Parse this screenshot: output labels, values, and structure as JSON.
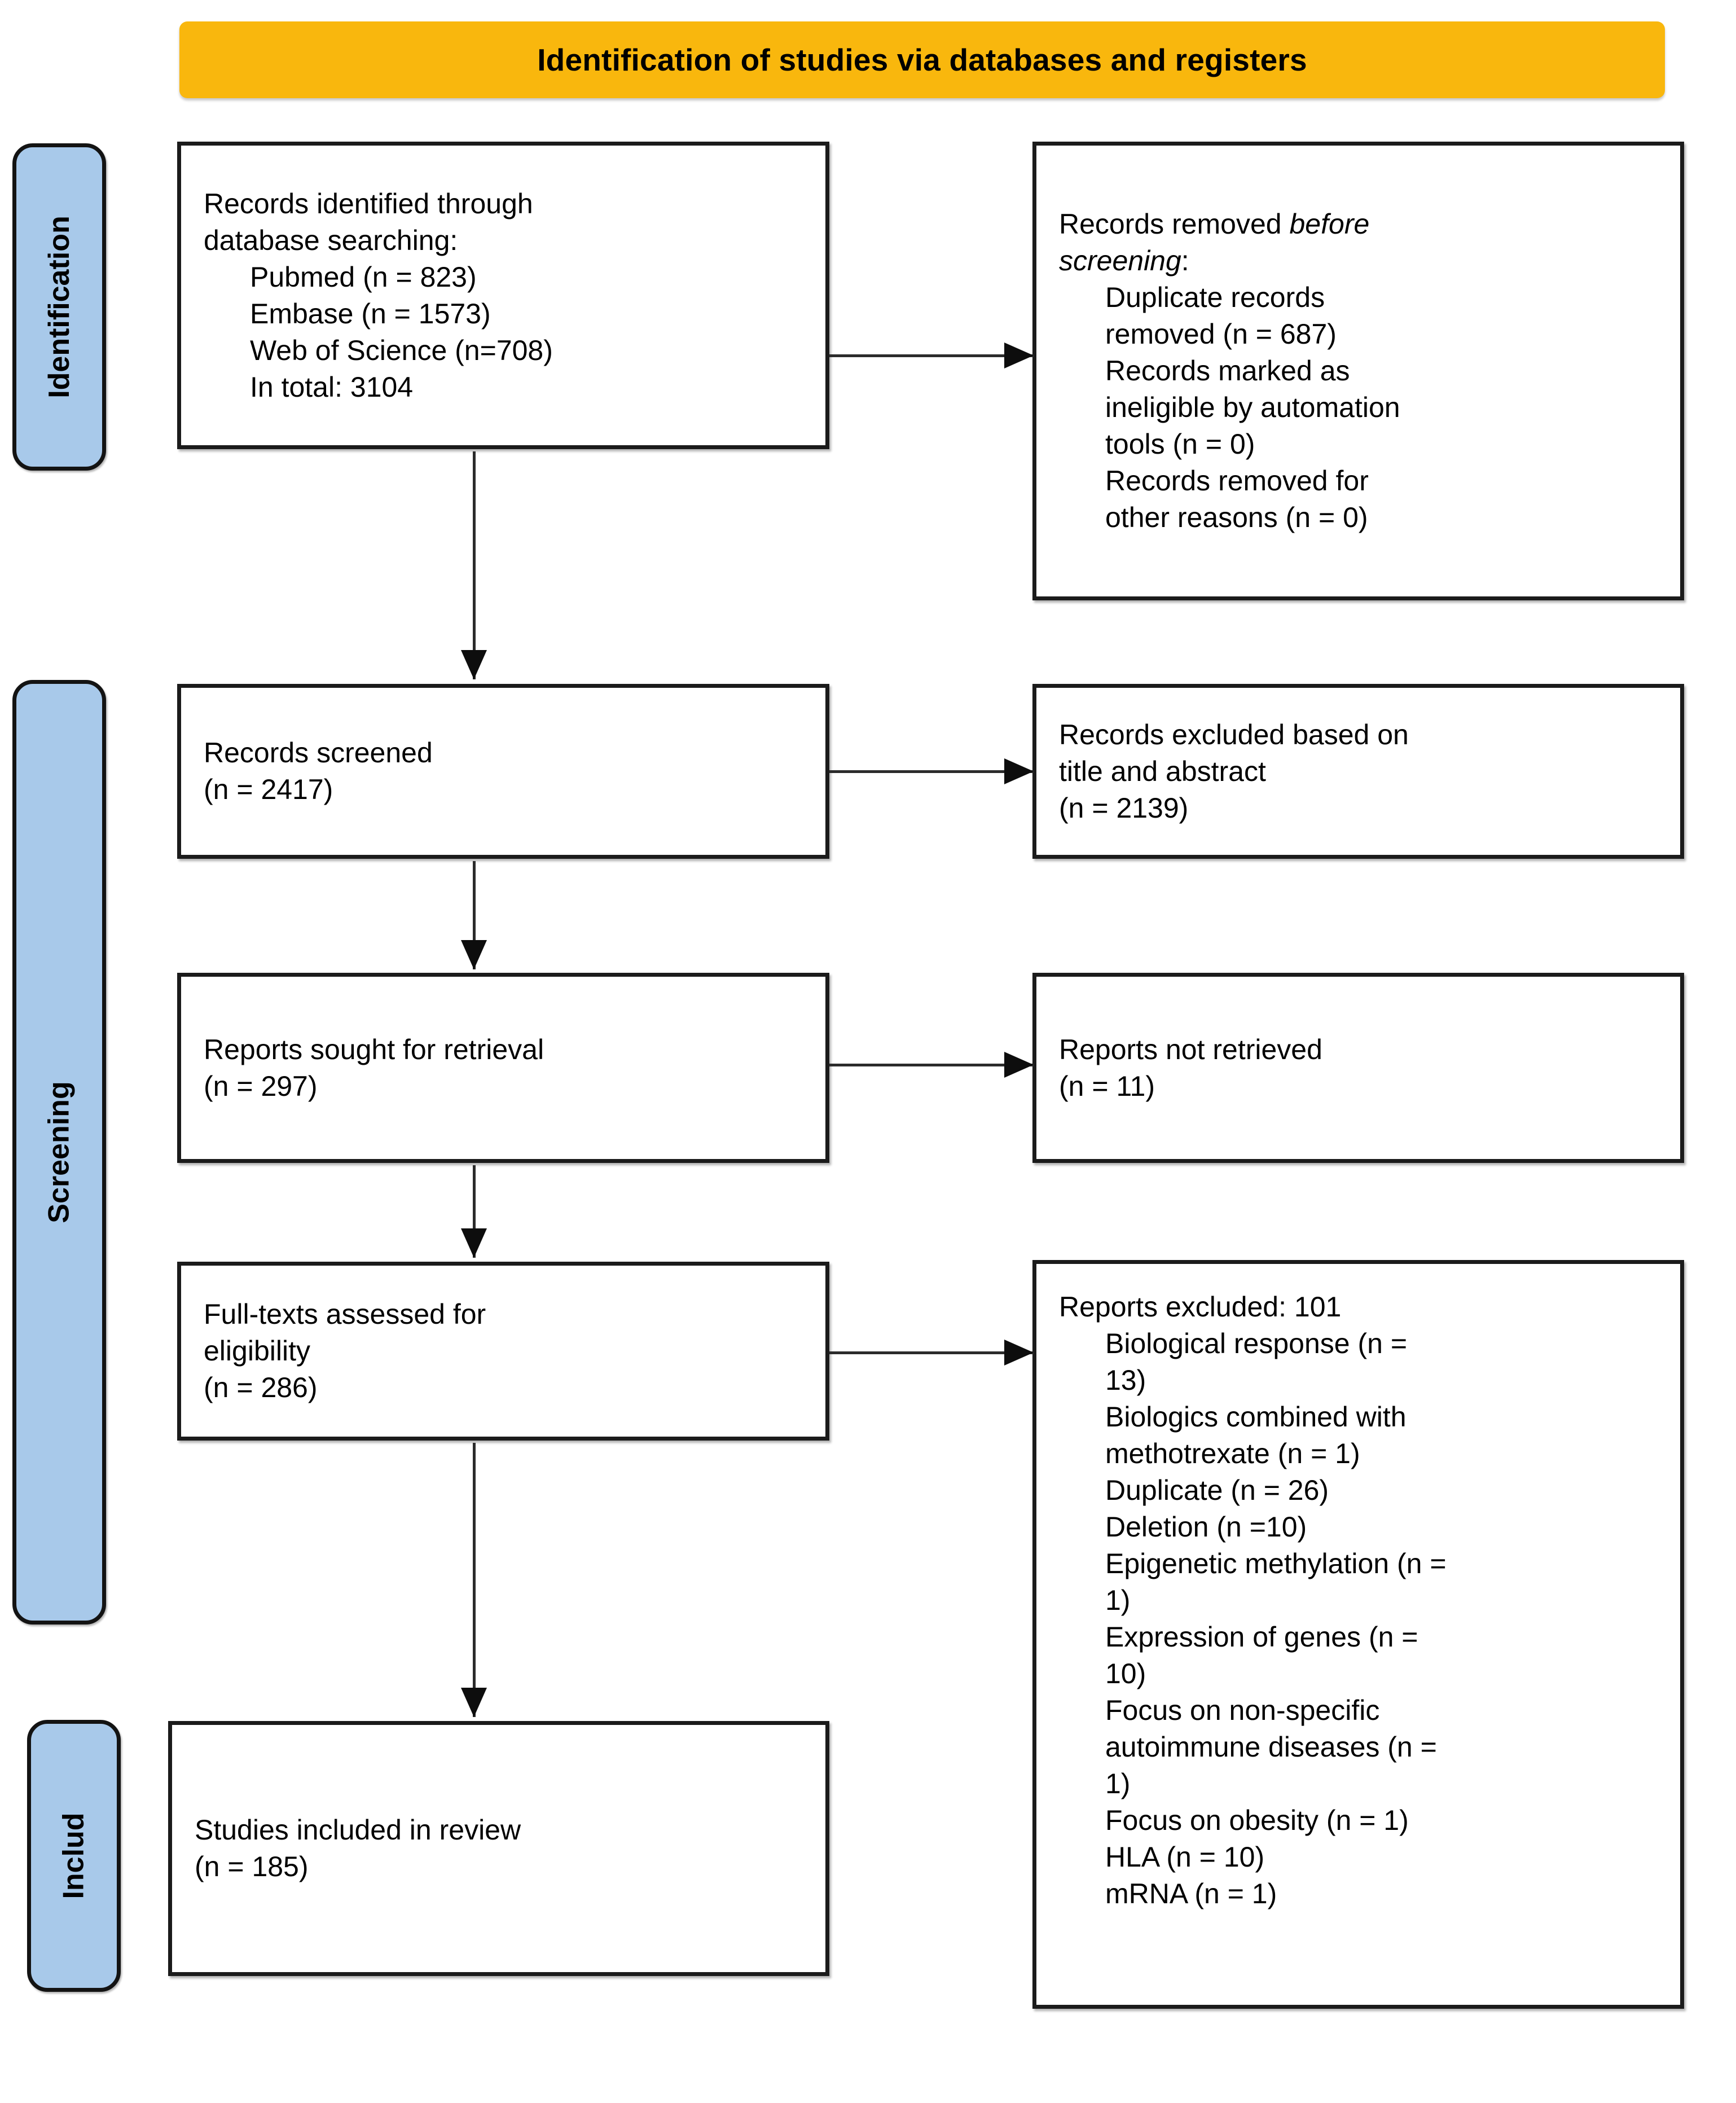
{
  "banner": {
    "title": "Identification of studies via databases and registers",
    "color": "#F9B70D"
  },
  "stages": {
    "color": "#A8C9EA",
    "identification": "Identification",
    "screening": "Screening",
    "included": "Includ"
  },
  "boxes": {
    "identified": {
      "line1": "Records identified through",
      "line2": "database searching:",
      "item1": "Pubmed (n = 823)",
      "item2": "Embase (n = 1573)",
      "item3": "Web of Science (n=708)",
      "item4": "In total: 3104"
    },
    "removed": {
      "line1_pre": "Records removed ",
      "line1_em": "before",
      "line2_em": "screening",
      "line2_post": ":",
      "item1": "Duplicate records",
      "item2": "removed  (n = 687)",
      "item3": "Records marked as",
      "item4": "ineligible by automation",
      "item5": "tools (n = 0)",
      "item6": "Records removed for",
      "item7": "other reasons (n = 0)"
    },
    "screened": {
      "line1": "Records screened",
      "line2": "(n = 2417)"
    },
    "excluded_title_abstract": {
      "line1": "Records excluded based on",
      "line2": "title and abstract",
      "line3": "(n = 2139)"
    },
    "sought": {
      "line1": "Reports sought for retrieval",
      "line2": "(n = 297)"
    },
    "not_retrieved": {
      "line1": "Reports not retrieved",
      "line2": "(n = 11)"
    },
    "fulltext": {
      "line1": "Full-texts assessed for",
      "line2": "eligibility",
      "line3": "(n = 286)"
    },
    "excluded_reports": {
      "heading": "Reports excluded: 101",
      "item1a": "Biological response (n =",
      "item1b": "13)",
      "item2a": "Biologics combined with",
      "item2b": "methotrexate (n = 1)",
      "item3": "Duplicate (n = 26)",
      "item4": "Deletion (n =10)",
      "item5a": "Epigenetic methylation (n =",
      "item5b": "1)",
      "item6a": "Expression of genes (n =",
      "item6b": "10)",
      "item7a": "Focus on non-specific",
      "item7b": "autoimmune diseases (n =",
      "item7c": "1)",
      "item8": "Focus on obesity (n = 1)",
      "item9": "HLA (n = 10)",
      "item10": "mRNA (n = 1)"
    },
    "included": {
      "line1": "Studies included in review",
      "line2": "(n = 185)"
    }
  }
}
